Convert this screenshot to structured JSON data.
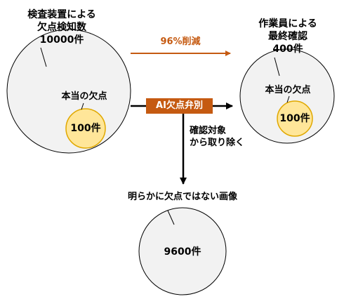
{
  "left": {
    "title_lines": [
      "検査装置による",
      "欠点検知数",
      "10000件"
    ],
    "inner_label": "本当の欠点",
    "inner_count": "100件"
  },
  "right": {
    "title_lines": [
      "作業員による",
      "最終確認",
      "400件"
    ],
    "inner_label": "本当の欠点",
    "inner_count": "100件"
  },
  "reduction_label": "96%削減",
  "ai_label": "AI欠点弁別",
  "removal_lines": [
    "確認対象",
    "から取り除く"
  ],
  "bottom": {
    "title": "明らかに欠点ではない画像",
    "count": "9600件"
  },
  "colors": {
    "circle_fill": "#f2f2f2",
    "circle_stroke": "#000000",
    "inner_fill": "#ffe699",
    "inner_stroke": "#e0a800",
    "accent": "#c55a11"
  }
}
